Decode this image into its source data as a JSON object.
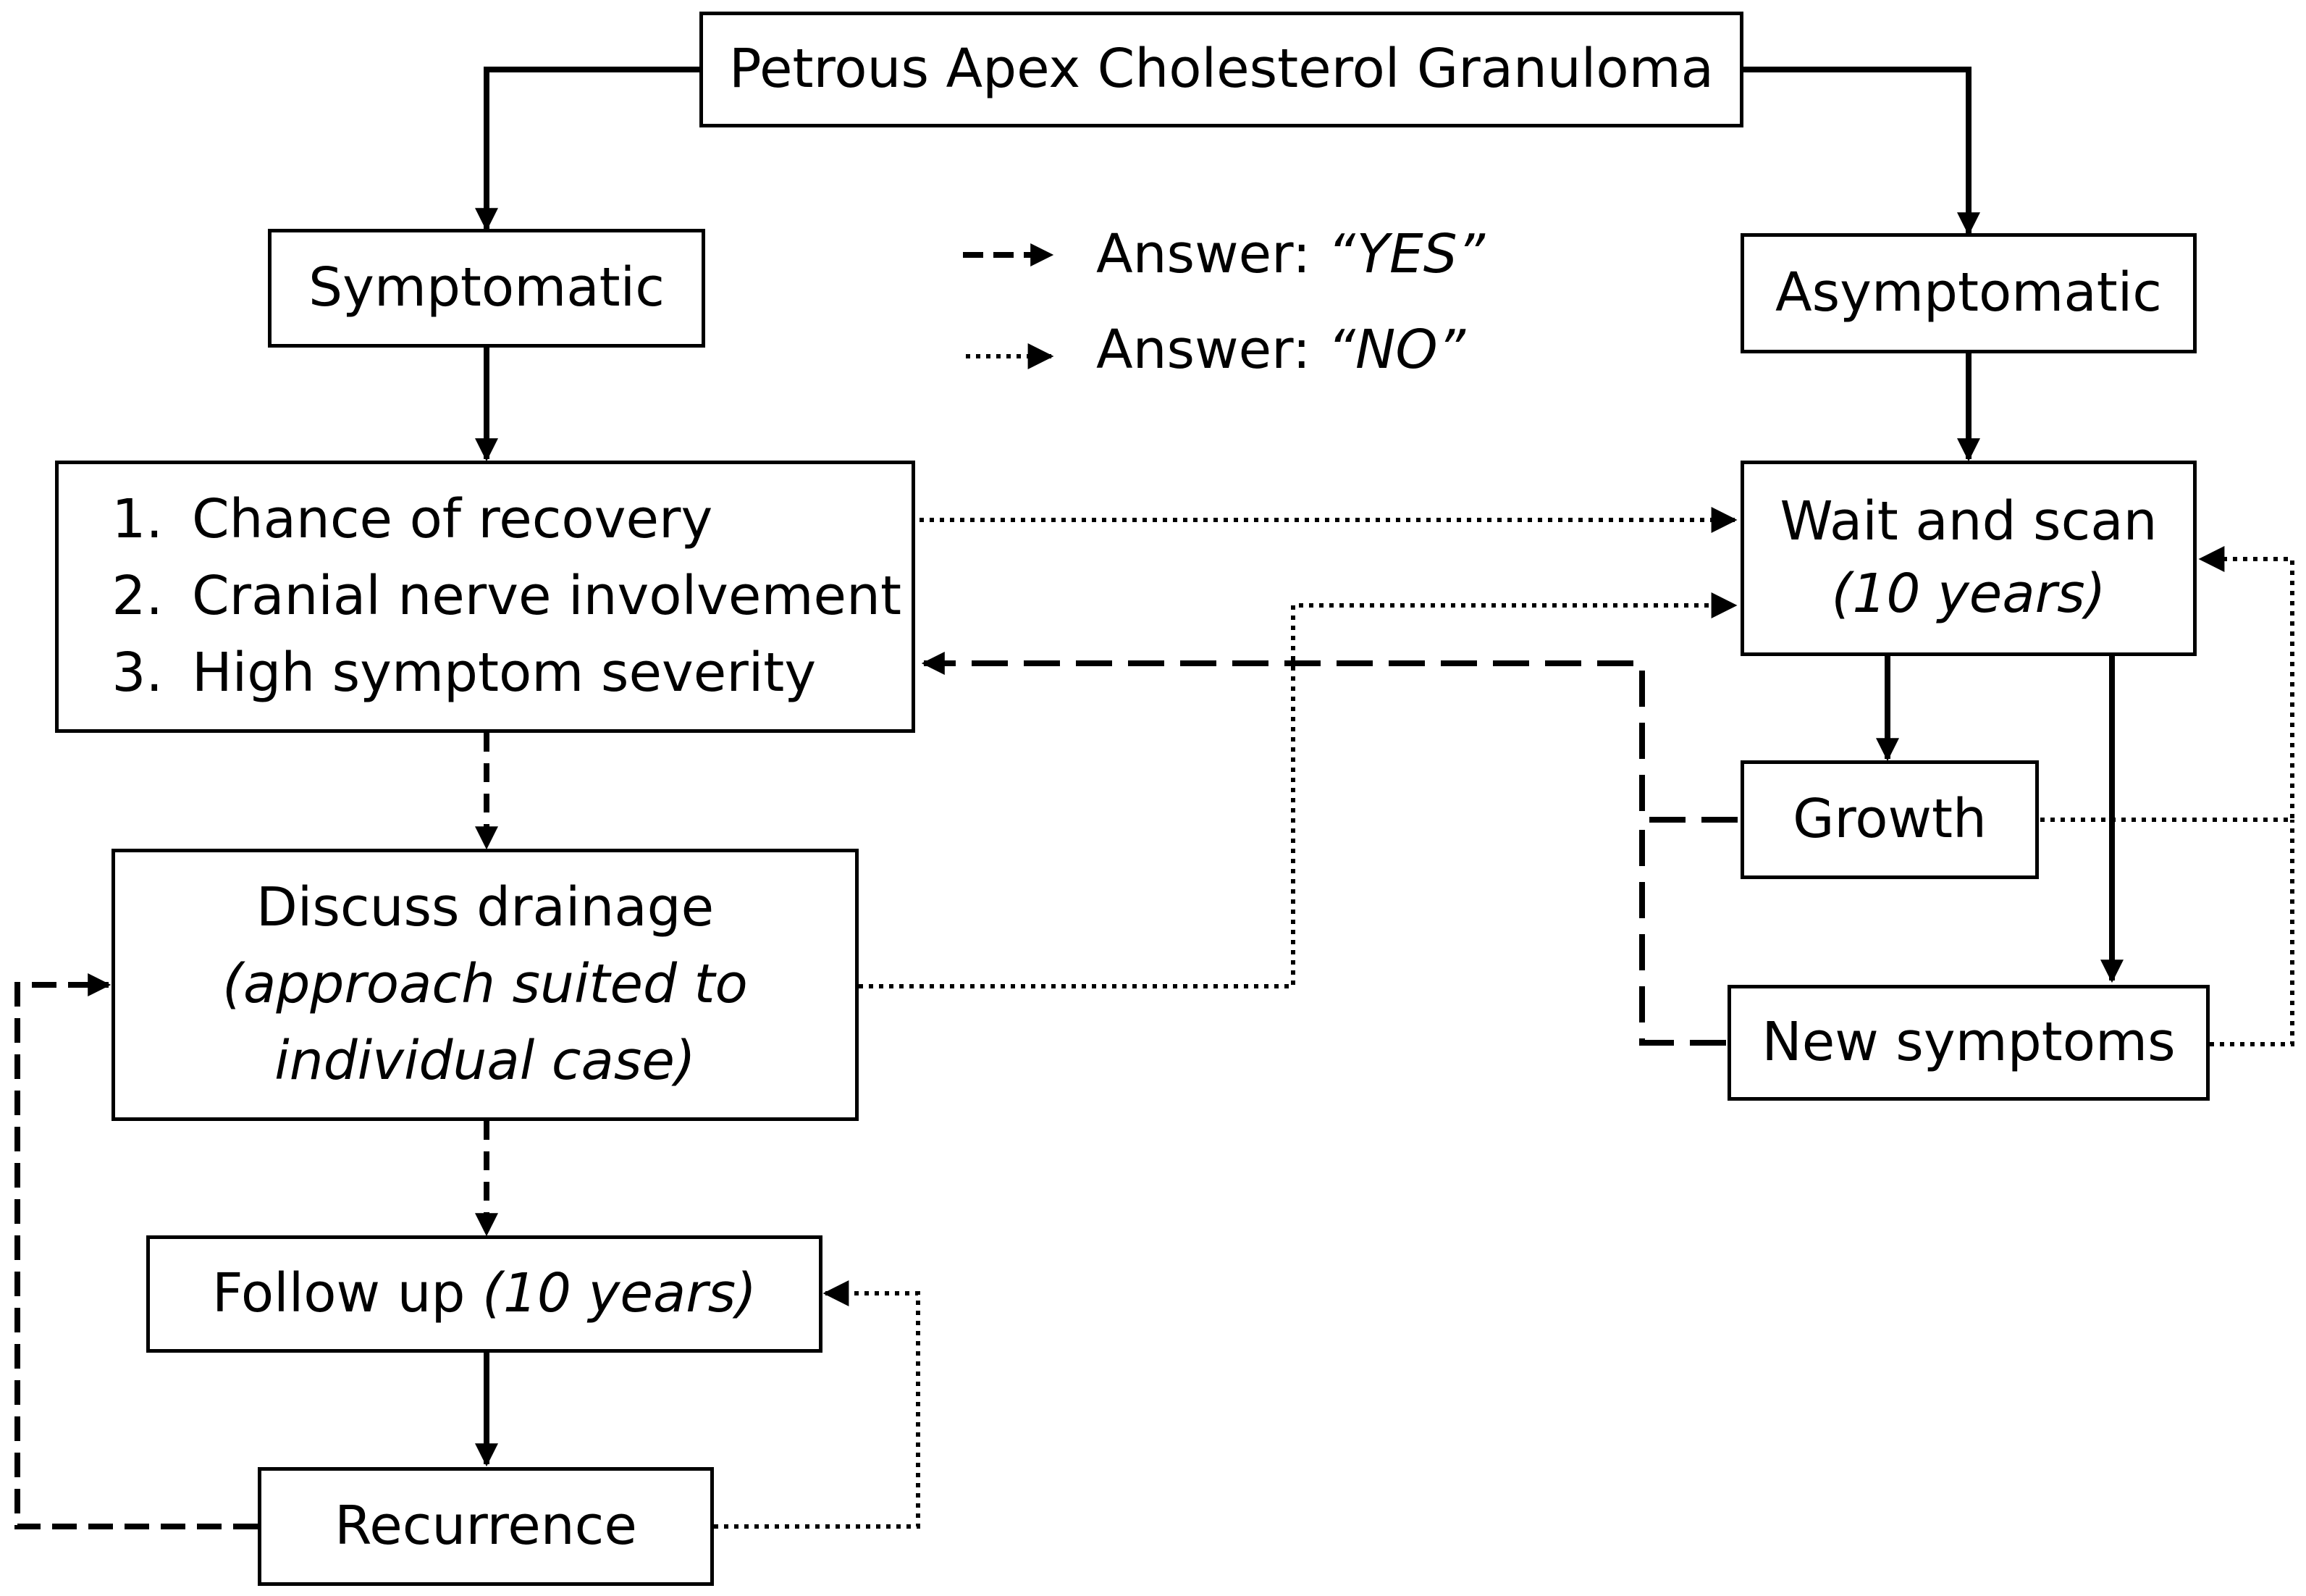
{
  "nodes": {
    "root": "Petrous Apex Cholesterol Granuloma",
    "symptomatic": "Symptomatic",
    "asymptomatic": "Asymptomatic",
    "criteria": [
      {
        "num": "1.",
        "text": "Chance of recovery"
      },
      {
        "num": "2.",
        "text": "Cranial nerve involvement"
      },
      {
        "num": "3.",
        "text": "High symptom severity"
      }
    ],
    "wait_scan": {
      "title": "Wait and scan",
      "note": "(10 years)"
    },
    "growth": "Growth",
    "new_symptoms": "New symptoms",
    "discuss": {
      "title": "Discuss drainage",
      "note_line1": "(approach suited to",
      "note_line2": "individual case)"
    },
    "follow_up": {
      "title": "Follow up ",
      "note": "(10 years)"
    },
    "recurrence": "Recurrence"
  },
  "legend": {
    "yes": {
      "prefix": "Answer: ",
      "value": "“YES”"
    },
    "no": {
      "prefix": "Answer: ",
      "value": "“NO”"
    }
  },
  "edges": [
    {
      "from": "Petrous Apex Cholesterol Granuloma",
      "to": "Symptomatic",
      "style": "solid"
    },
    {
      "from": "Petrous Apex Cholesterol Granuloma",
      "to": "Asymptomatic",
      "style": "solid"
    },
    {
      "from": "Symptomatic",
      "to": "Chance of recovery",
      "style": "solid"
    },
    {
      "from": "Asymptomatic",
      "to": "Wait and scan",
      "style": "solid"
    },
    {
      "from": "Chance of recovery",
      "to": "Wait and scan",
      "style": "dotted"
    },
    {
      "from": "Chance of recovery",
      "to": "Discuss drainage",
      "style": "dashed"
    },
    {
      "from": "Discuss drainage",
      "to": "Wait and scan",
      "style": "dotted"
    },
    {
      "from": "Discuss drainage",
      "to": "Follow up",
      "style": "dashed"
    },
    {
      "from": "Wait and scan",
      "to": "Growth",
      "style": "solid"
    },
    {
      "from": "Wait and scan",
      "to": "New symptoms",
      "style": "solid"
    },
    {
      "from": "Growth",
      "to": "Chance of recovery",
      "style": "dashed"
    },
    {
      "from": "New symptoms",
      "to": "Chance of recovery",
      "style": "dashed"
    },
    {
      "from": "Growth",
      "to": "Wait and scan",
      "style": "dotted"
    },
    {
      "from": "New symptoms",
      "to": "Wait and scan",
      "style": "dotted"
    },
    {
      "from": "Follow up",
      "to": "Recurrence",
      "style": "solid"
    },
    {
      "from": "Recurrence",
      "to": "Discuss drainage",
      "style": "dashed"
    },
    {
      "from": "Recurrence",
      "to": "Follow up",
      "style": "dotted"
    }
  ]
}
